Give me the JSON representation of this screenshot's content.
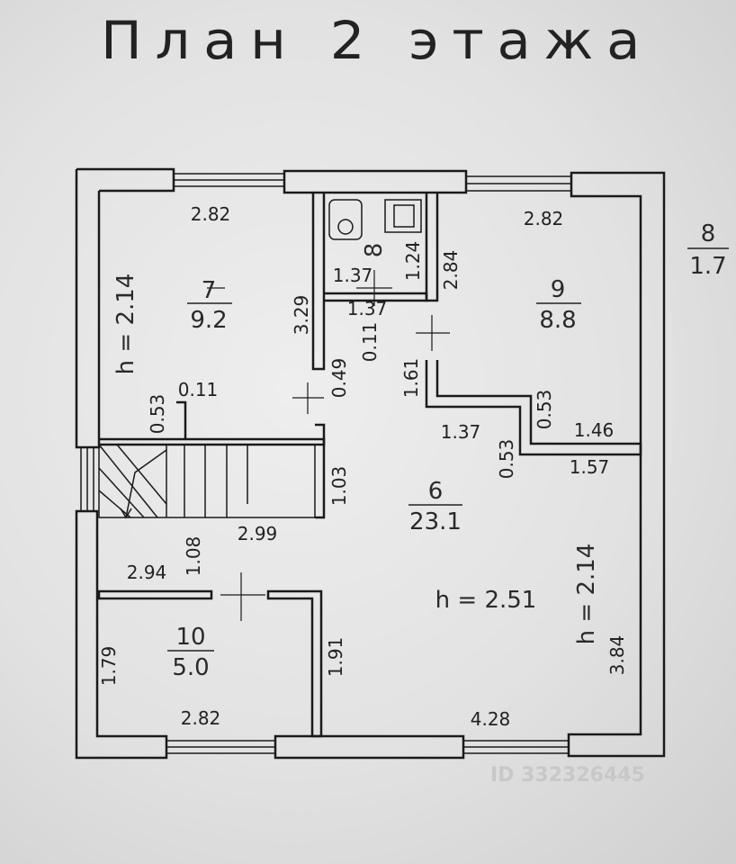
{
  "title": "План 2 этажа",
  "rooms": [
    {
      "number": "7",
      "area": "9.2"
    },
    {
      "number": "9",
      "area": "8.8"
    },
    {
      "number": "6",
      "area": "23.1"
    },
    {
      "number": "10",
      "area": "5.0"
    },
    {
      "number": "8"
    }
  ],
  "legend": {
    "number": "8",
    "area": "1.7"
  },
  "heights": [
    "h = 2.14",
    "h = 2.51",
    "h = 2.14"
  ],
  "dims": [
    "2.82",
    "2.82",
    "1.37",
    "1.37",
    "1.24",
    "2.84",
    "3.29",
    "0.11",
    "0.49",
    "1.61",
    "0.11",
    "0.53",
    "1.37",
    "0.53",
    "0.53",
    "1.46",
    "1.57",
    "1.03",
    "2.99",
    "1.08",
    "2.94",
    "1.79",
    "1.91",
    "3.84",
    "2.82",
    "4.28"
  ],
  "watermark": "ID 332326445"
}
